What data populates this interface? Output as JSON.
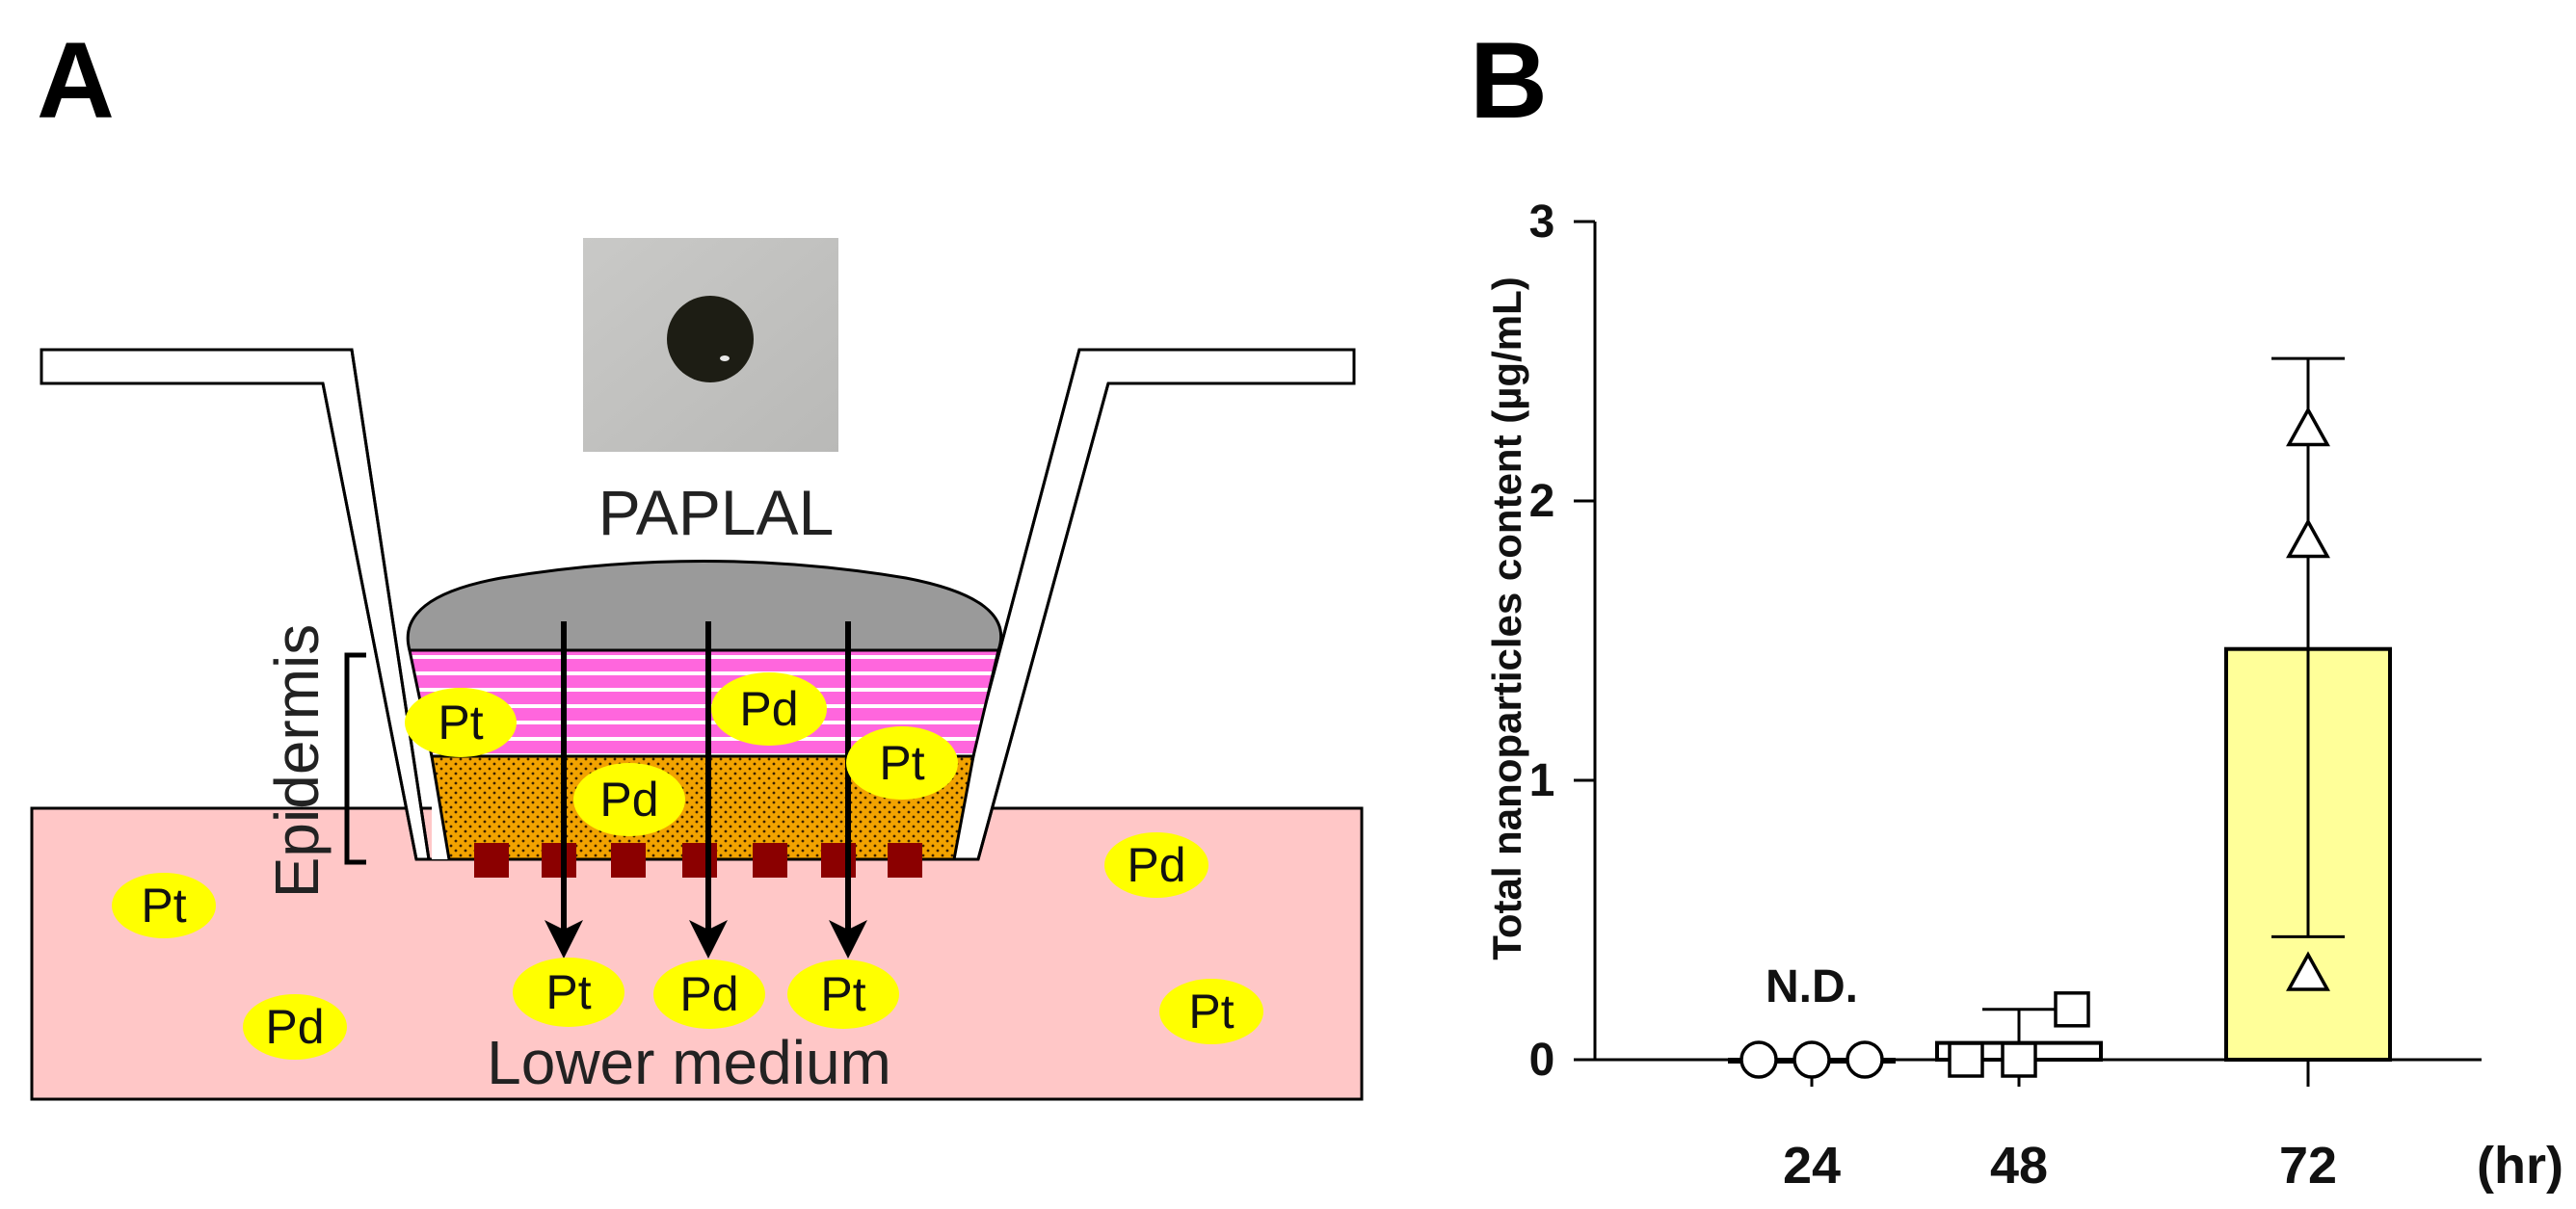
{
  "panel_a": {
    "letter": "A",
    "photo_caption": "PAPLAL",
    "layer_label": "Epidermis",
    "medium_label": "Lower medium",
    "particles": [
      {
        "id": "pt-layer",
        "text": "Pt"
      },
      {
        "id": "pd-layer",
        "text": "Pd"
      },
      {
        "id": "pt-layer-right",
        "text": "Pt"
      },
      {
        "id": "pd-dotted",
        "text": "Pd"
      },
      {
        "id": "pt-medium-left",
        "text": "Pt"
      },
      {
        "id": "pd-medium-left",
        "text": "Pd"
      },
      {
        "id": "pt-arrow-1",
        "text": "Pt"
      },
      {
        "id": "pd-arrow-2",
        "text": "Pd"
      },
      {
        "id": "pt-arrow-3",
        "text": "Pt"
      },
      {
        "id": "pd-medium-right",
        "text": "Pd"
      },
      {
        "id": "pt-medium-right",
        "text": "Pt"
      }
    ],
    "colors": {
      "medium": "#ffc7c7",
      "pink_layer": "#ff66dd",
      "dotted_layer": "#f2a300",
      "cream": "#9a9a9a",
      "membrane": "#8b0000",
      "particle": "#ffff00"
    }
  },
  "panel_b": {
    "letter": "B",
    "x_unit": "(hr)",
    "bar_color": "#ffff99"
  },
  "chart_data": {
    "type": "bar",
    "categories": [
      "24",
      "48",
      "72"
    ],
    "values": [
      0,
      0.06,
      1.47
    ],
    "error_low": [
      0,
      0,
      0.44
    ],
    "error_high": [
      0,
      0.18,
      2.51
    ],
    "points": [
      [
        0,
        0,
        0
      ],
      [
        0,
        0,
        0.18
      ],
      [
        2.25,
        1.85,
        0.3
      ]
    ],
    "markers": [
      "circle",
      "square",
      "triangle"
    ],
    "annotations": [
      {
        "category": "24",
        "text": "N.D."
      }
    ],
    "ylabel": "Total nanoparticles content (µg/mL)",
    "yticks": [
      0,
      1,
      2,
      3
    ],
    "ylim": [
      0,
      3
    ]
  }
}
